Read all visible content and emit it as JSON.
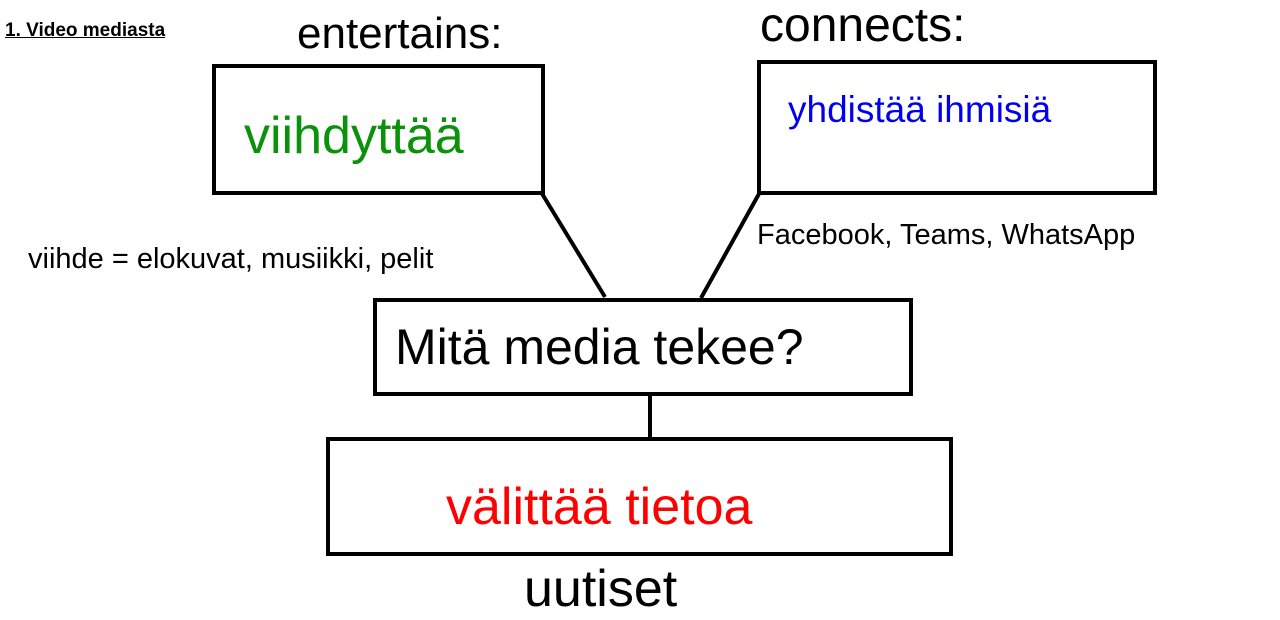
{
  "title": "1. Video mediasta",
  "center": {
    "text": "Mitä media tekee?"
  },
  "branches": {
    "entertains": {
      "label": "entertains:",
      "box_text": "viihdyttää",
      "note": "viihde = elokuvat, musiikki, pelit",
      "color": "#0a920a"
    },
    "connects": {
      "label": "connects:",
      "box_text": "yhdistää ihmisiä",
      "note": "Facebook, Teams, WhatsApp",
      "color": "#0000ee"
    },
    "informs": {
      "box_text": "välittää tietoa",
      "note": "uutiset",
      "color": "#ff0000"
    }
  }
}
